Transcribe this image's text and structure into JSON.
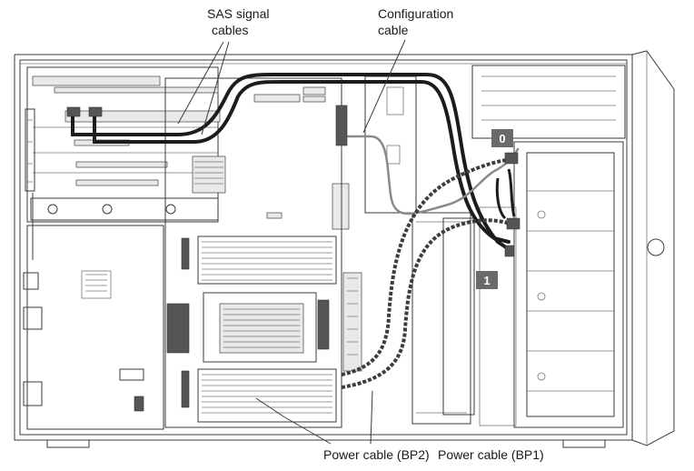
{
  "labels": {
    "sas_line1": "SAS signal",
    "sas_line2": "cables",
    "config_line1": "Configuration",
    "config_line2": "cable",
    "power_bp2": "Power cable (BP2)",
    "power_bp1": "Power cable (BP1)"
  },
  "connectors": {
    "badge_0": "0",
    "badge_1": "1"
  },
  "colors": {
    "sas_cable": "#1c1c1c",
    "config_cable": "#8a8a8a",
    "power_cable": "#3d3d3d",
    "badge": "#6a6a6a"
  }
}
